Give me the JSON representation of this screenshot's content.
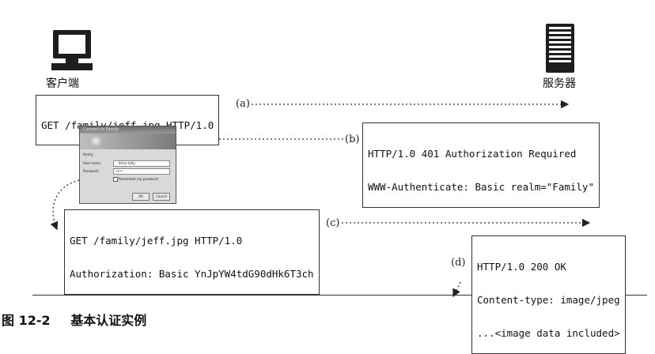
{
  "client": {
    "label": "客户端"
  },
  "server": {
    "label": "服务器"
  },
  "steps": {
    "a": {
      "tag": "(a)",
      "lines": [
        "GET /family/jeff.jpg HTTP/1.0"
      ]
    },
    "b": {
      "tag": "(b)",
      "lines": [
        "HTTP/1.0 401 Authorization Required",
        "WWW-Authenticate: Basic realm=\"Family\""
      ]
    },
    "c": {
      "tag": "(c)",
      "lines": [
        "GET /family/jeff.jpg HTTP/1.0",
        "Authorization: Basic YnJpYW4tdG90dHk6T3ch"
      ]
    },
    "d": {
      "tag": "(d)",
      "lines": [
        "HTTP/1.0 200 OK",
        "Content-type: image/jpeg",
        "...<image data included>"
      ]
    }
  },
  "dialog": {
    "title": "Connect to Family",
    "prompt": "Family",
    "user_label": "User name:",
    "user_value": "brian-totty",
    "password_label": "Password:",
    "password_value": "••••",
    "remember_label": "Remember my password",
    "ok_label": "OK",
    "cancel_label": "Cancel"
  },
  "caption": {
    "number": "图 12-2",
    "title": "基本认证实例"
  }
}
